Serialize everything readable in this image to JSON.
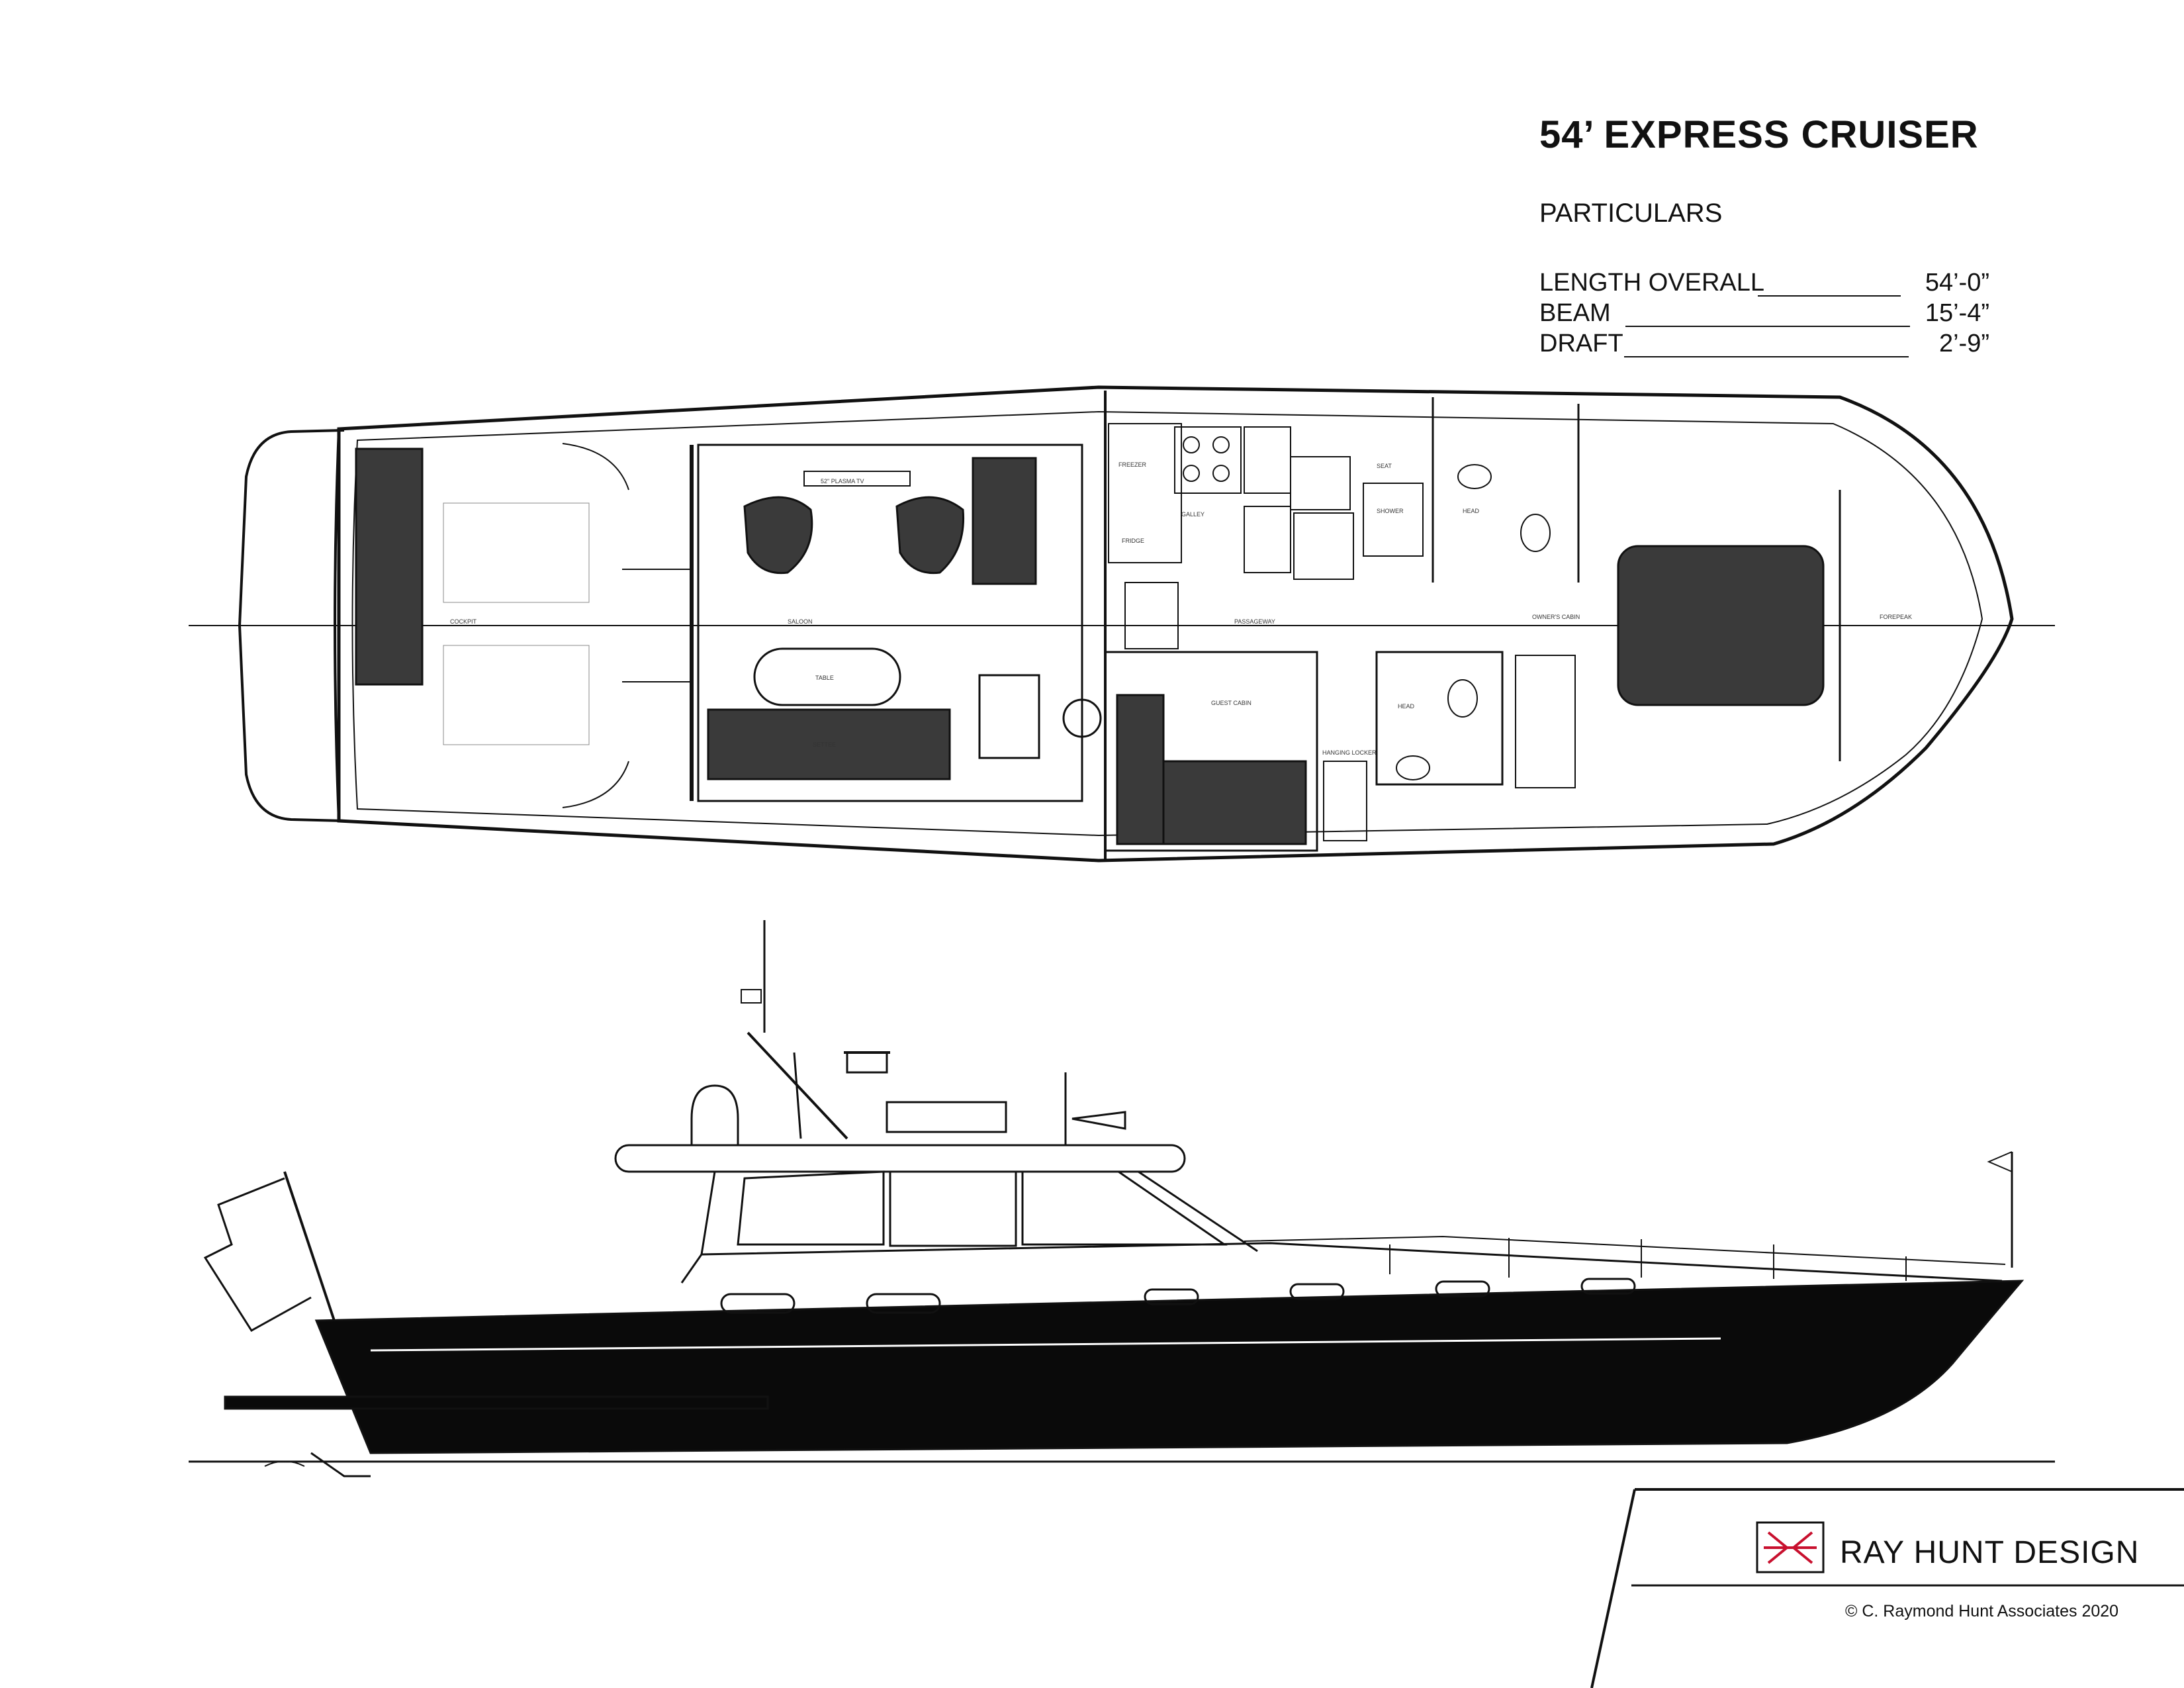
{
  "title": "54’ EXPRESS CRUISER",
  "particulars": {
    "heading": "PARTICULARS",
    "items": [
      {
        "label": "LENGTH OVERALL",
        "value": "54’-0”"
      },
      {
        "label": "BEAM",
        "value": "15’-4”"
      },
      {
        "label": "DRAFT",
        "value": "2’-9”"
      }
    ]
  },
  "plan_labels": {
    "cockpit": "COCKPIT",
    "saloon": "SALOON",
    "passageway": "PASSAGEWAY",
    "galley": "GALLEY",
    "table": "TABLE",
    "settee": "SETTEE",
    "guest_cabin": "GUEST CABIN",
    "shower": "SHOWER",
    "head": "HEAD",
    "owners_cabin": "OWNER'S CABIN",
    "forepeak": "FOREPEAK",
    "freezer": "FREEZER",
    "fridge": "FRIDGE",
    "seat": "SEAT",
    "hanging_locker": "HANGING LOCKER",
    "plasma_tv": "52\" PLASMA TV"
  },
  "footer": {
    "brand": "RAY HUNT DESIGN",
    "copyright": "© C. Raymond Hunt Associates 2020"
  },
  "colors": {
    "ink": "#111111",
    "hull": "#0a0a0a",
    "upholstery": "#3a3a3a",
    "logo_red": "#c8102e"
  }
}
